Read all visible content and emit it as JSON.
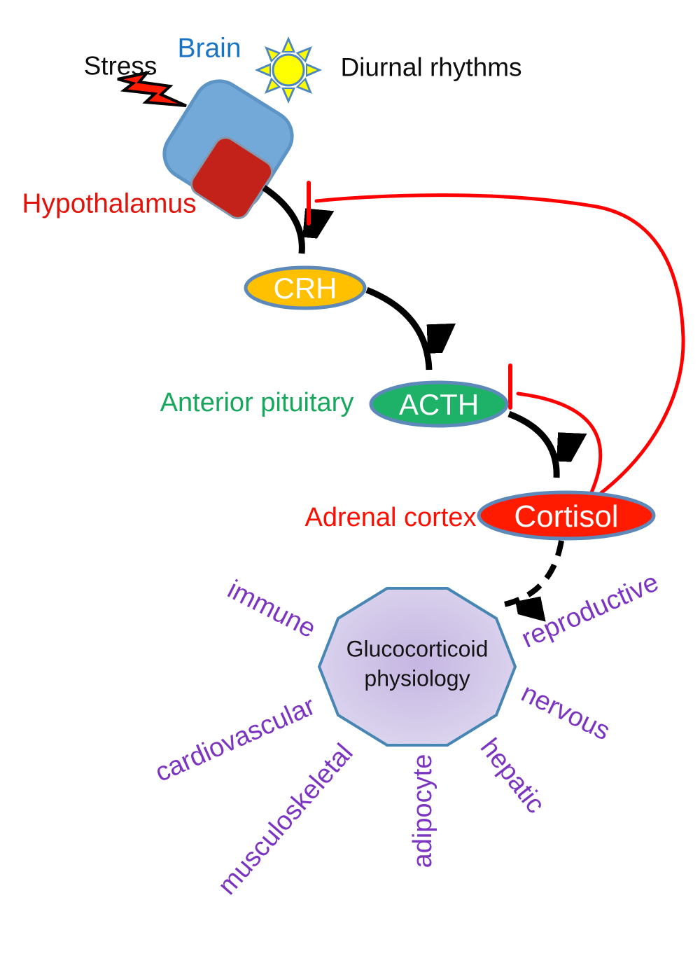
{
  "labels": {
    "stress": "Stress",
    "brain": "Brain",
    "diurnal_rhythms": "Diurnal rhythms",
    "hypothalamus": "Hypothalamus",
    "anterior_pituitary": "Anterior pituitary",
    "adrenal_cortex": "Adrenal cortex"
  },
  "nodes": {
    "crh": "CRH",
    "acth": "ACTH",
    "cortisol": "Cortisol"
  },
  "hub": {
    "line1": "Glucocorticoid",
    "line2": "physiology"
  },
  "systems": [
    "immune",
    "reproductive",
    "cardiovascular",
    "nervous",
    "musculoskeletal",
    "adipocyte",
    "hepatic"
  ],
  "icons": {
    "sun": "sun-icon",
    "lightning": "lightning-bolt-icon"
  },
  "colors": {
    "brain_fill": "#72a9d8",
    "brain_border": "#5d94c6",
    "hypothalamus_fill": "#c3221a",
    "crh_fill": "#ffc000",
    "acth_fill": "#1eb269",
    "cortisol_fill": "#fe1b00",
    "node_border": "#5d89ba",
    "hub_fill_center": "#c5b6e2",
    "hub_fill_edge": "#ded9ef",
    "hub_border": "#4786b3",
    "feedback_red": "#ff0000",
    "arrow_black": "#000000",
    "system_text_purple": "#7b35c1",
    "label_red": "#fe0d00",
    "label_green": "#16a75c",
    "label_blue": "#1a74c4",
    "sun_yellow": "#ffff00",
    "sun_ray_blue": "#4e87c0"
  }
}
